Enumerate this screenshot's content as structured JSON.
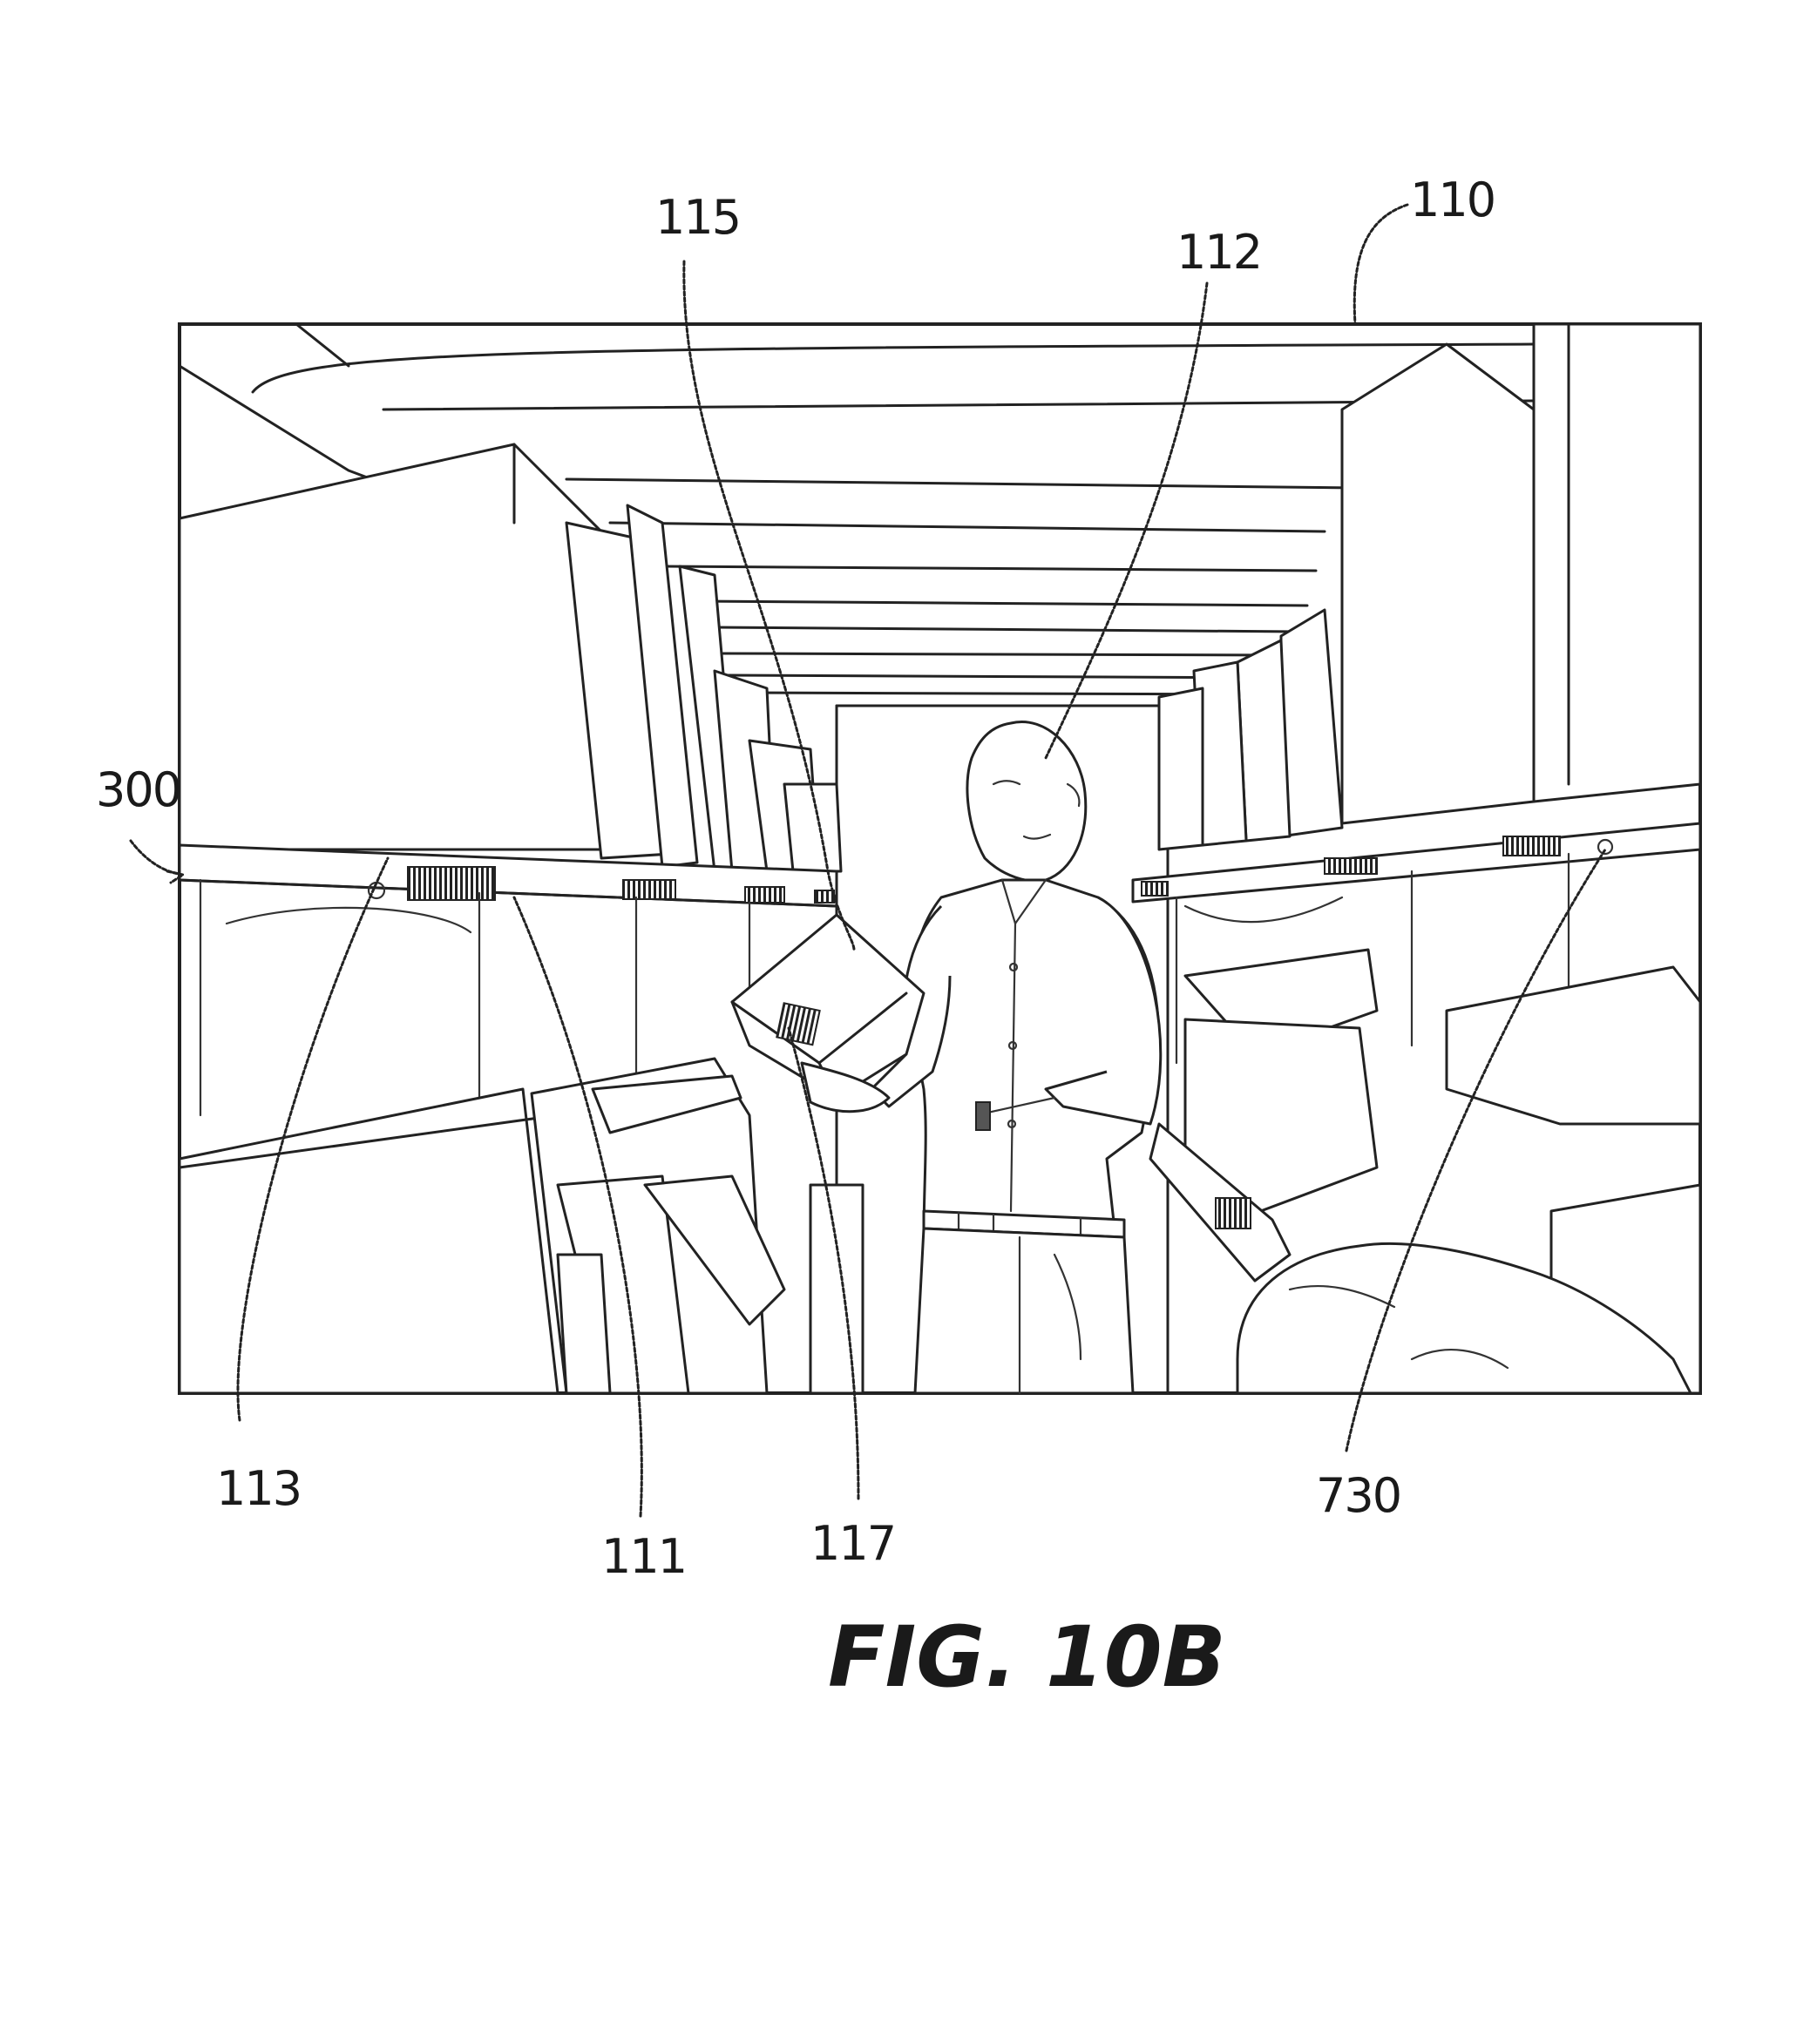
{
  "figure": {
    "caption": "FIG. 10B",
    "labels": {
      "l110": "110",
      "l115": "115",
      "l112": "112",
      "l300": "300",
      "l113": "113",
      "l111": "111",
      "l117": "117",
      "l730": "730"
    }
  }
}
